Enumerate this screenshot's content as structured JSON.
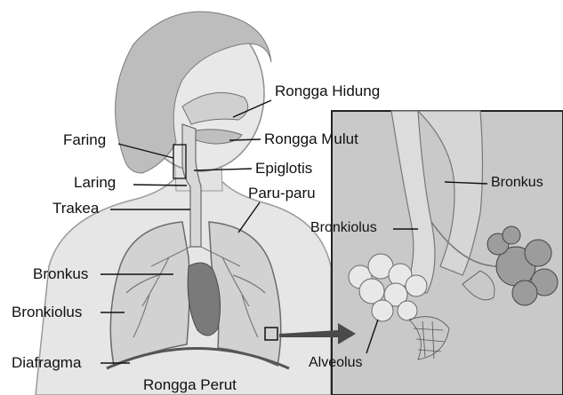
{
  "labels": {
    "rongga_hidung": "Rongga Hidung",
    "faring": "Faring",
    "rongga_mulut": "Rongga Mulut",
    "epiglotis": "Epiglotis",
    "laring": "Laring",
    "paru_paru": "Paru-paru",
    "trakea": "Trakea",
    "bronkus": "Bronkus",
    "bronkiolus": "Bronkiolus",
    "diafragma": "Diafragma",
    "rongga_perut": "Rongga Perut"
  },
  "inset_labels": {
    "bronkus": "Bronkus",
    "bronkiolus": "Bronkiolus",
    "alveolus": "Alveolus"
  },
  "colors": {
    "background": "#ffffff",
    "skin": "#e6e6e6",
    "hair": "#bdbdbd",
    "lung": "#d2d2d2",
    "heart": "#7a7a7a",
    "inset_bg": "#c9c9c9",
    "line": "#111111"
  }
}
